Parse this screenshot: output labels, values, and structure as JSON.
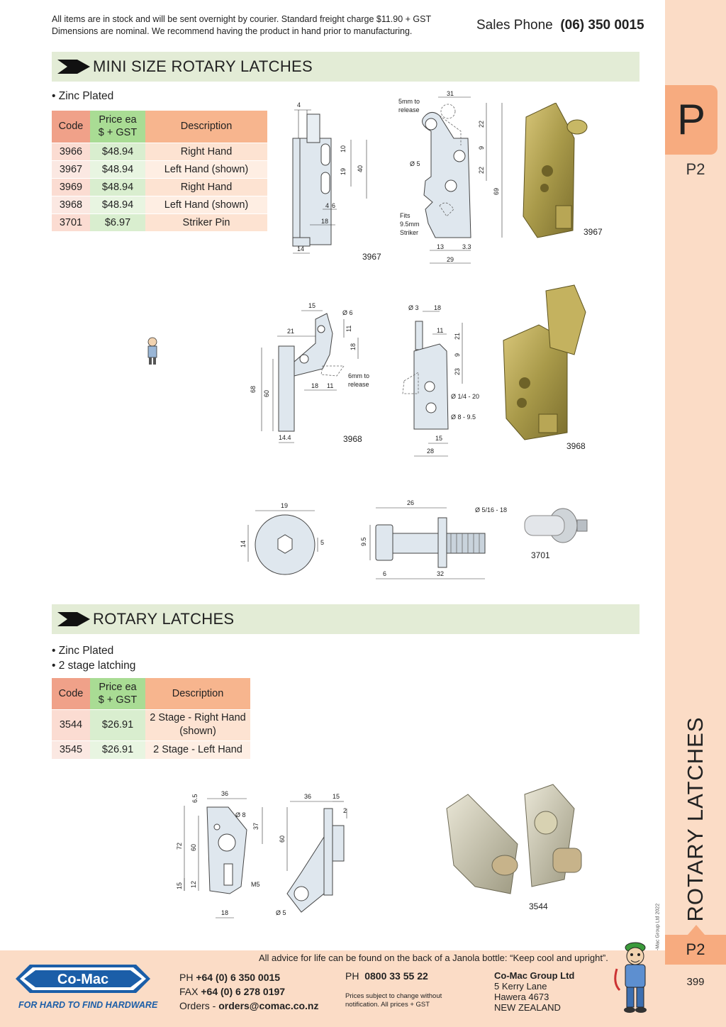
{
  "header": {
    "notice_line1": "All items are in stock and will be sent overnight by courier. Standard freight charge $11.90 + GST",
    "notice_line2": "Dimensions are nominal. We recommend having the product in hand prior to manufacturing.",
    "sales_label": "Sales Phone",
    "sales_number": "(06) 350 0015"
  },
  "sidebar": {
    "letter": "P",
    "page_code_top": "P2",
    "section_title": "ROTARY LATCHES",
    "copyright": "© Co-Mac Group Ltd 2022",
    "page_code_bottom": "P2",
    "page_number": "399"
  },
  "mini": {
    "title": "MINI SIZE ROTARY LATCHES",
    "bullets": [
      "• Zinc Plated"
    ],
    "table": {
      "head_code": "Code",
      "head_price_1": "Price ea",
      "head_price_2": "$ + GST",
      "head_desc": "Description",
      "rows": [
        {
          "code": "3966",
          "price": "$48.94",
          "desc": "Right Hand"
        },
        {
          "code": "3967",
          "price": "$48.94",
          "desc": "Left Hand (shown)"
        },
        {
          "code": "3969",
          "price": "$48.94",
          "desc": "Right Hand"
        },
        {
          "code": "3968",
          "price": "$48.94",
          "desc": "Left Hand (shown)"
        },
        {
          "code": "3701",
          "price": "$6.97",
          "desc": "Striker Pin"
        }
      ]
    },
    "drawings": {
      "a_side_label": "3967",
      "a_photo_label": "3967",
      "a_dims": {
        "d4": "4",
        "d10": "10",
        "d19": "19",
        "d40": "40",
        "d4b": "4",
        "d6": "6",
        "d18": "18",
        "d14": "14"
      },
      "b_dims": {
        "d31": "31",
        "d22a": "22",
        "d9": "9",
        "d22b": "22",
        "d69": "69",
        "d5": "Ø 5",
        "d13": "13",
        "d33": "3.3",
        "d29": "29"
      },
      "b_note_release_1": "5mm to",
      "b_note_release_2": "release",
      "b_note_striker_1": "Fits",
      "b_note_striker_2": "9.5mm",
      "b_note_striker_3": "Striker",
      "c_label": "3968",
      "c_photo_label": "3968",
      "c_dims": {
        "d15": "15",
        "d6": "Ø 6",
        "d21": "21",
        "d11": "11",
        "d18": "18",
        "d68": "68",
        "d60": "60",
        "d18b": "18",
        "d11b": "11",
        "d144": "14.4"
      },
      "c_note_1": "6mm to",
      "c_note_2": "release",
      "d_dims": {
        "d3": "Ø 3",
        "d18": "18",
        "d11": "11",
        "d21": "21",
        "d9": "9",
        "d23": "23",
        "d14": "Ø 1/4 - 20",
        "d895": "Ø 8 - 9.5",
        "d15": "15",
        "d28": "28"
      },
      "e_dims": {
        "d19": "19",
        "d14": "14",
        "d5": "5"
      },
      "f_dims": {
        "d26": "26",
        "d516": "Ø 5/16 - 18",
        "d95": "9.5",
        "d6": "6",
        "d32": "32"
      },
      "f_photo_label": "3701"
    }
  },
  "rotary": {
    "title": "ROTARY LATCHES",
    "bullets": [
      "• Zinc Plated",
      "• 2 stage latching"
    ],
    "table": {
      "head_code": "Code",
      "head_price_1": "Price ea",
      "head_price_2": "$ + GST",
      "head_desc": "Description",
      "rows": [
        {
          "code": "3544",
          "price": "$26.91",
          "desc1": "2 Stage - Right Hand",
          "desc2": "(shown)"
        },
        {
          "code": "3545",
          "price": "$26.91",
          "desc1": "2 Stage  - Left Hand",
          "desc2": ""
        }
      ]
    },
    "drawings": {
      "g_dims": {
        "d65": "6.5",
        "d36": "36",
        "d8": "Ø 8",
        "d37": "37",
        "d72": "72",
        "d60": "60",
        "d15": "15",
        "d12": "12",
        "m5": "M5",
        "d18": "18"
      },
      "h_dims": {
        "d36": "36",
        "d15": "15",
        "d2": "2",
        "d60": "60",
        "d5": "Ø 5"
      },
      "photo_label": "3544"
    }
  },
  "footer": {
    "quote": "All advice for life can be found on the back of a Janola bottle: “Keep cool and upright”.",
    "logo_text": "Co-Mac",
    "tagline": "FOR HARD TO FIND HARDWARE",
    "ph_label": "PH",
    "ph_value": "+64 (0) 6 350 0015",
    "fax_label": "FAX",
    "fax_value": "+64 (0) 6 278 0197",
    "orders_label": "Orders -",
    "orders_value": "orders@comac.co.nz",
    "ph2_label": "PH",
    "ph2_value": "0800 33 55 22",
    "small_1": "Prices subject to change without",
    "small_2": "notification. All prices + GST",
    "company": "Co-Mac Group Ltd",
    "addr1": "5 Kerry Lane",
    "addr2": "Hawera 4673",
    "addr3": "NEW ZEALAND"
  },
  "colors": {
    "section_band": "#e3ecd6",
    "sidebar": "#fbdcc6",
    "tab": "#f7ab7f",
    "logo_blue": "#1b5ea8"
  }
}
